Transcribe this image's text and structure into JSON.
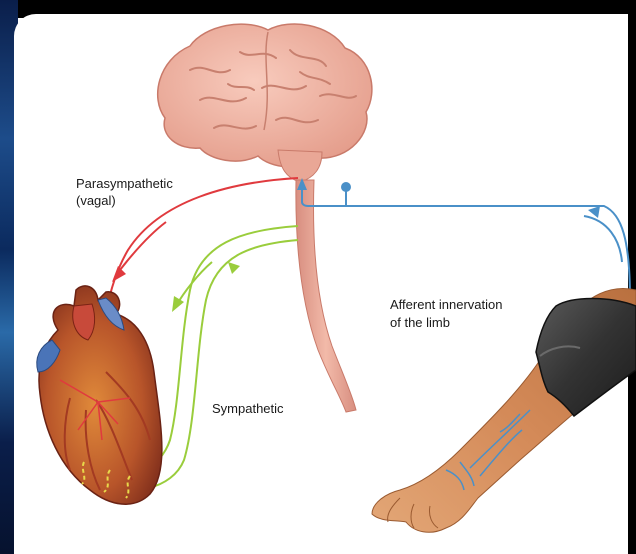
{
  "labels": {
    "parasympathetic_line1": "Parasympathetic",
    "parasympathetic_line2": "(vagal)",
    "sympathetic": "Sympathetic",
    "afferent_line1": "Afferent innervation",
    "afferent_line2": "of the limb"
  },
  "colors": {
    "parasympathetic": "#e03a3e",
    "sympathetic": "#9acd3c",
    "afferent": "#4a90c8",
    "brain": "#f2b7a8",
    "spinal_cord": "#e8a99a",
    "cuff": "#3c3c3c",
    "skin": "#e0a070"
  },
  "icons": [
    "brain-illustration",
    "heart-illustration",
    "arm-with-cuff-illustration",
    "sensory-terminal-icon"
  ]
}
